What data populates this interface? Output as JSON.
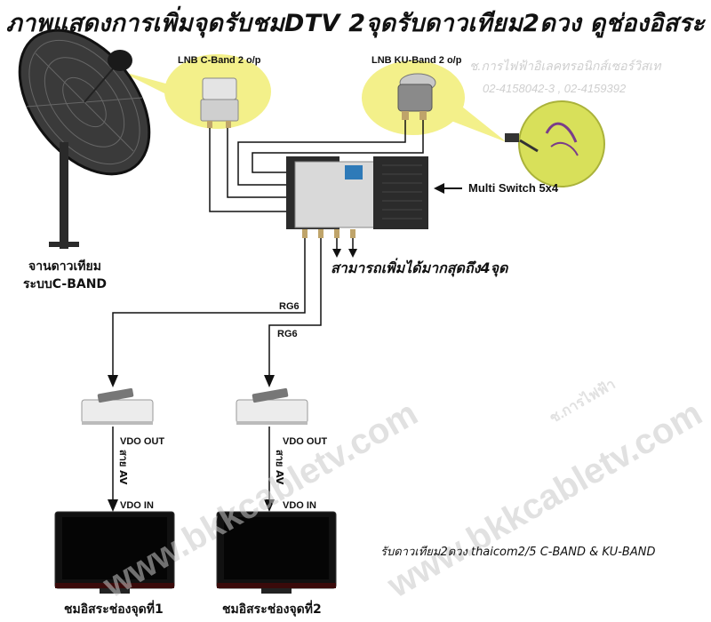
{
  "title": "ภาพแสดงการเพิ่มจุดรับชมDTV 2จุดรับดาวเทียม2ดวง ดูช่องอิสระ",
  "lnb_c": "LNB C-Band 2 o/p",
  "lnb_ku": "LNB KU-Band 2 o/p",
  "company": "ช.การไฟฟ้าอิเลคทรอนิกส์เซอร์วิสเท",
  "phone": "02-4158042-3 , 02-4159392",
  "dish_caption_line1": "จานดาวเทียม",
  "dish_caption_line2": "ระบบC-BAND",
  "multiswitch_label": "Multi Switch 5x4",
  "expand_note": "สามารถเพิ่มได้มากสุดถึง4จุด",
  "cable_1": "RG6",
  "cable_2": "RG6",
  "vdo_out_1": "VDO OUT",
  "vdo_out_2": "VDO OUT",
  "av_cable_1": "สาย AV",
  "av_cable_2": "สาย AV",
  "vdo_in_1": "VDO IN",
  "vdo_in_2": "VDO IN",
  "tv_caption_1": "ชมอิสระช่องจุดที่1",
  "tv_caption_2": "ชมอิสระช่องจุดที่2",
  "footer": "รับดาวเทียม2ดวง thaicom2/5 C-BAND & KU-BAND",
  "watermark_url": "www.bkkcabletv.com",
  "watermark_shop": "ช.การไฟฟ้า",
  "colors": {
    "bubble": "#f3f08a",
    "ku_dish": "#d8e05a",
    "switch_body": "#2b2b2b",
    "switch_panel": "#d9d9d9"
  }
}
